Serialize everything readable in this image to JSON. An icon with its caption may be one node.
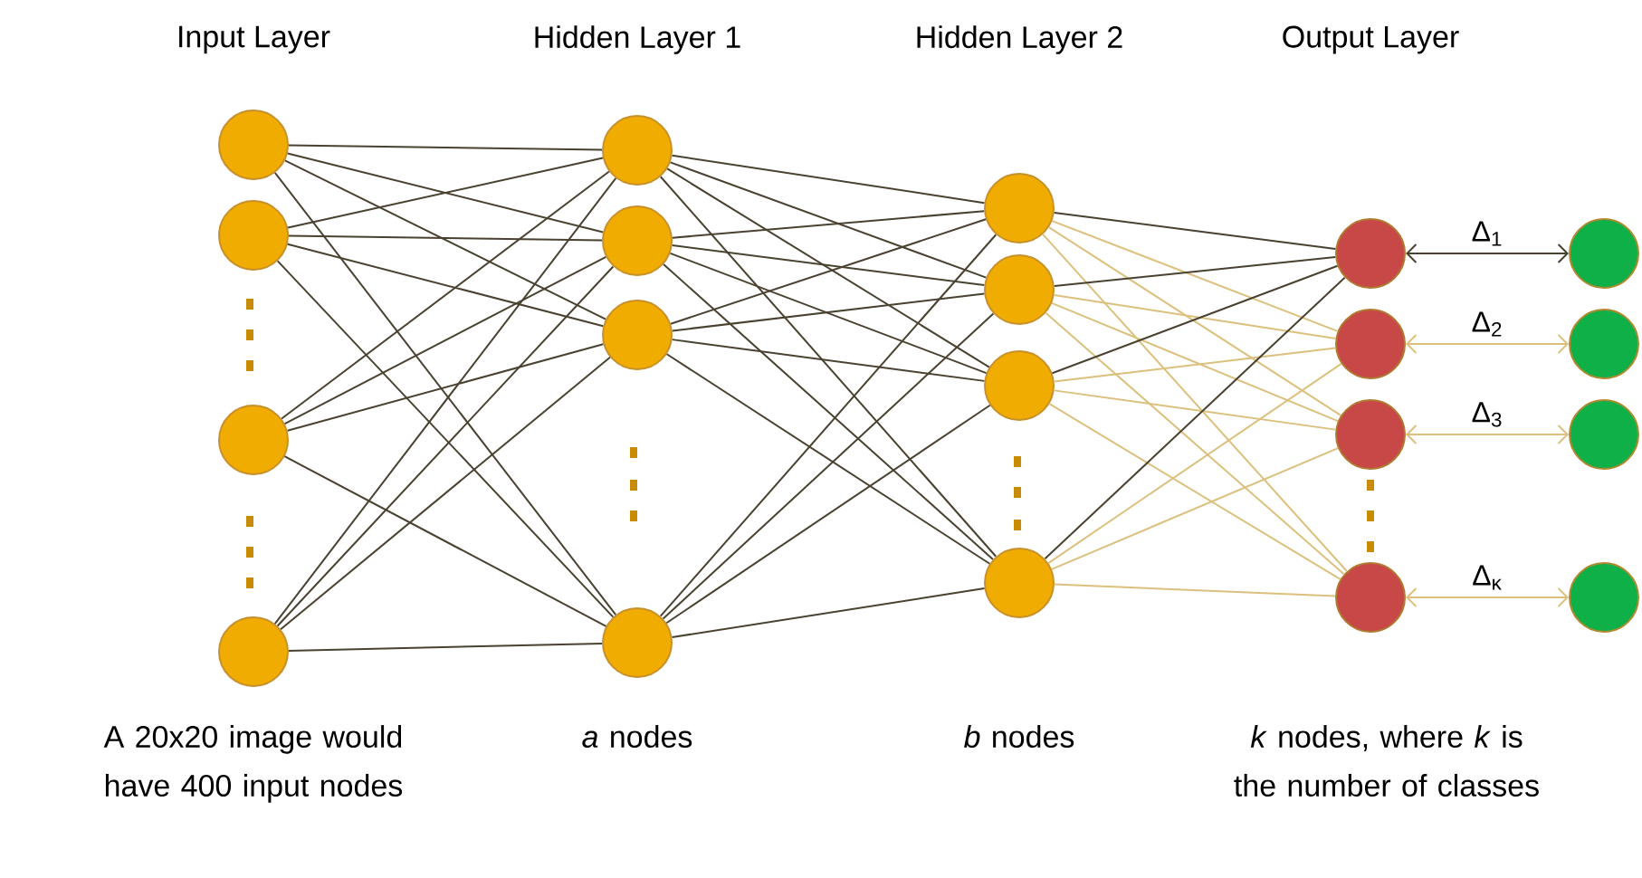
{
  "diagram": {
    "nodes": [
      {
        "text": [],
        "shape": "circle"
      },
      {
        "text": [],
        "shape": "circle"
      },
      {
        "text": [],
        "shape": "circle"
      },
      {
        "text": [],
        "shape": "circle"
      },
      {
        "text": [],
        "shape": "circle"
      },
      {
        "text": [],
        "shape": "circle"
      },
      {
        "text": [],
        "shape": "circle"
      },
      {
        "text": [],
        "shape": "circle"
      },
      {
        "text": [],
        "shape": "circle"
      },
      {
        "text": [],
        "shape": "circle"
      },
      {
        "text": [],
        "shape": "circle"
      },
      {
        "text": [],
        "shape": "circle"
      },
      {
        "text": [],
        "shape": "circle"
      },
      {
        "text": [],
        "shape": "circle"
      },
      {
        "text": [],
        "shape": "circle"
      },
      {
        "text": [],
        "shape": "circle"
      },
      {
        "text": [],
        "shape": "circle"
      },
      {
        "text": [],
        "shape": "circle"
      },
      {
        "text": [],
        "shape": "circle"
      },
      {
        "text": [],
        "shape": "circle"
      }
    ],
    "edges": [
      {
        "from": 0,
        "to": 4,
        "arrow": "none"
      },
      {
        "from": 0,
        "to": 5,
        "arrow": "none"
      },
      {
        "from": 0,
        "to": 6,
        "arrow": "none"
      },
      {
        "from": 0,
        "to": 7,
        "arrow": "none"
      },
      {
        "from": 1,
        "to": 4,
        "arrow": "none"
      },
      {
        "from": 1,
        "to": 5,
        "arrow": "none"
      },
      {
        "from": 1,
        "to": 6,
        "arrow": "none"
      },
      {
        "from": 1,
        "to": 7,
        "arrow": "none"
      },
      {
        "from": 2,
        "to": 4,
        "arrow": "none"
      },
      {
        "from": 2,
        "to": 5,
        "arrow": "none"
      },
      {
        "from": 2,
        "to": 6,
        "arrow": "none"
      },
      {
        "from": 2,
        "to": 7,
        "arrow": "none"
      },
      {
        "from": 3,
        "to": 4,
        "arrow": "none"
      },
      {
        "from": 3,
        "to": 5,
        "arrow": "none"
      },
      {
        "from": 3,
        "to": 6,
        "arrow": "none"
      },
      {
        "from": 3,
        "to": 7,
        "arrow": "none"
      },
      {
        "from": 4,
        "to": 8,
        "arrow": "none"
      },
      {
        "from": 4,
        "to": 9,
        "arrow": "none"
      },
      {
        "from": 4,
        "to": 10,
        "arrow": "none"
      },
      {
        "from": 4,
        "to": 11,
        "arrow": "none"
      },
      {
        "from": 5,
        "to": 8,
        "arrow": "none"
      },
      {
        "from": 5,
        "to": 9,
        "arrow": "none"
      },
      {
        "from": 5,
        "to": 10,
        "arrow": "none"
      },
      {
        "from": 5,
        "to": 11,
        "arrow": "none"
      },
      {
        "from": 6,
        "to": 8,
        "arrow": "none"
      },
      {
        "from": 6,
        "to": 9,
        "arrow": "none"
      },
      {
        "from": 6,
        "to": 10,
        "arrow": "none"
      },
      {
        "from": 6,
        "to": 11,
        "arrow": "none"
      },
      {
        "from": 7,
        "to": 8,
        "arrow": "none"
      },
      {
        "from": 7,
        "to": 9,
        "arrow": "none"
      },
      {
        "from": 7,
        "to": 10,
        "arrow": "none"
      },
      {
        "from": 7,
        "to": 11,
        "arrow": "none"
      },
      {
        "from": 8,
        "to": 12,
        "arrow": "none"
      },
      {
        "from": 8,
        "to": 13,
        "arrow": "none",
        "color": "#dcc07e"
      },
      {
        "from": 8,
        "to": 14,
        "arrow": "none",
        "color": "#dcc07e"
      },
      {
        "from": 8,
        "to": 15,
        "arrow": "none",
        "color": "#dcc07e"
      },
      {
        "from": 9,
        "to": 12,
        "arrow": "none"
      },
      {
        "from": 9,
        "to": 13,
        "arrow": "none",
        "color": "#dcc07e"
      },
      {
        "from": 9,
        "to": 14,
        "arrow": "none",
        "color": "#dcc07e"
      },
      {
        "from": 9,
        "to": 15,
        "arrow": "none",
        "color": "#dcc07e"
      },
      {
        "from": 10,
        "to": 12,
        "arrow": "none"
      },
      {
        "from": 10,
        "to": 13,
        "arrow": "none",
        "color": "#dcc07e"
      },
      {
        "from": 10,
        "to": 14,
        "arrow": "none",
        "color": "#dcc07e"
      },
      {
        "from": 10,
        "to": 15,
        "arrow": "none",
        "color": "#dcc07e"
      },
      {
        "from": 11,
        "to": 12,
        "arrow": "none"
      },
      {
        "from": 11,
        "to": 13,
        "arrow": "none",
        "color": "#dcc07e"
      },
      {
        "from": 11,
        "to": 14,
        "arrow": "none",
        "color": "#dcc07e"
      },
      {
        "from": 11,
        "to": 15,
        "arrow": "none",
        "color": "#dcc07e"
      },
      {
        "from": 12,
        "to": 16,
        "arrow": "both",
        "label": "Δ$_{1}$"
      },
      {
        "from": 13,
        "to": 17,
        "arrow": "both",
        "label": "Δ$_{2}$",
        "color": "#dcc07e"
      },
      {
        "from": 14,
        "to": 18,
        "arrow": "both",
        "label": "Δ$_{3}$",
        "color": "#dcc07e"
      },
      {
        "from": 15,
        "to": 19,
        "arrow": "both",
        "label": "Δ$_{κ}$",
        "color": "#dcc07e"
      }
    ],
    "labels": [
      "Input Layer",
      "Hidden Layer 1",
      "Hidden Layer 2",
      "Output Layer",
      "A 20x20 image would have 400 input nodes",
      "*a* nodes",
      "*b* nodes",
      "*k* nodes, where *k* is the number of classes"
    ]
  }
}
